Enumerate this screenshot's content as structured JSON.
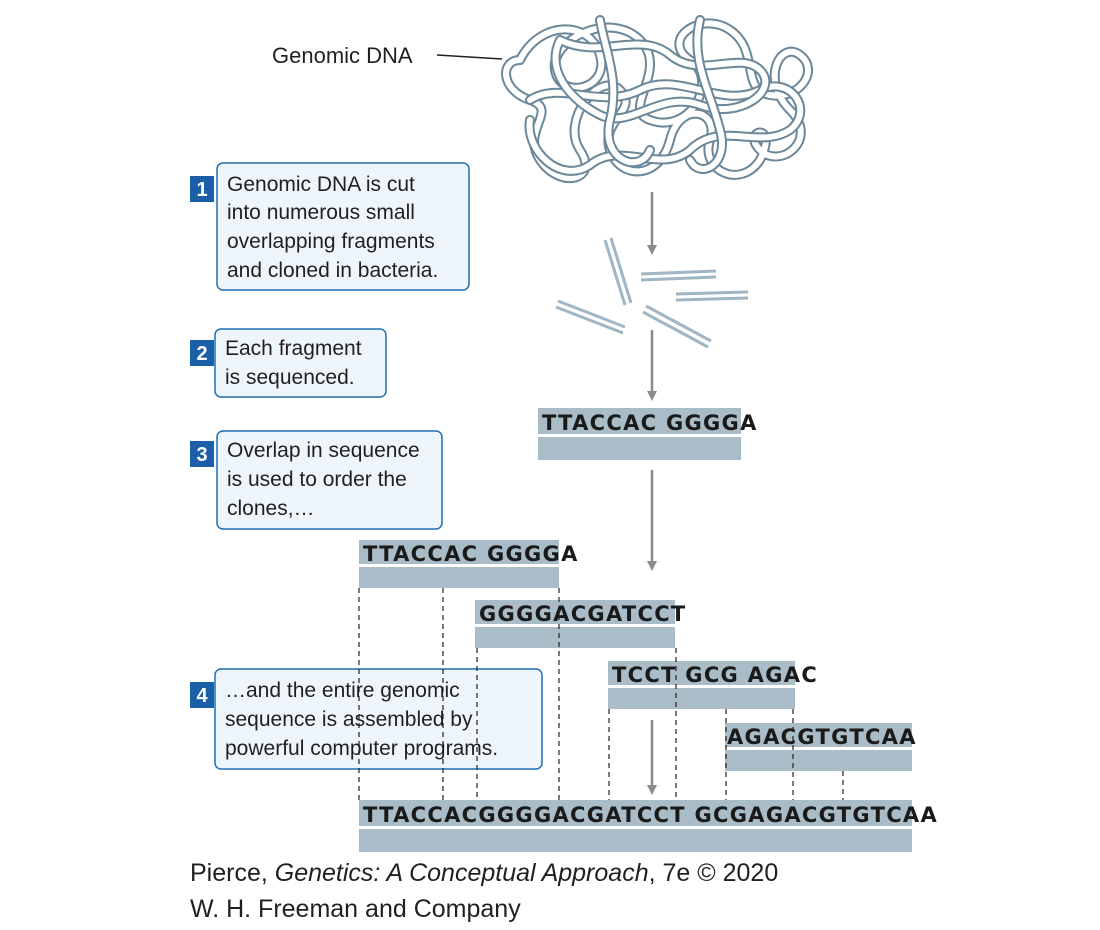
{
  "genomic_label": "Genomic DNA",
  "steps": [
    {
      "number": "1",
      "lines": [
        "Genomic DNA is cut",
        "into numerous small",
        "overlapping fragments",
        "and cloned in bacteria."
      ]
    },
    {
      "number": "2",
      "lines": [
        "Each fragment",
        "is sequenced."
      ]
    },
    {
      "number": "3",
      "lines": [
        "Overlap in sequence",
        "is used to order the",
        "clones,…"
      ]
    },
    {
      "number": "4",
      "lines": [
        "…and the entire genomic",
        "sequence is assembled by",
        "powerful computer programs."
      ]
    }
  ],
  "sequences": {
    "single": "TTACCAC GGGGA",
    "clone1": "TTACCAC GGGGA",
    "clone2": "GGGGACGATCCT",
    "clone3": "TCCT GCG AGAC",
    "clone4": "AGACGTGTCAA",
    "assembled": "TTACCACGGGGACGATCCT GCGAGACGTGTCAA"
  },
  "caption": {
    "prefix": "Pierce, ",
    "book_title": "Genetics: A Conceptual Approach",
    "suffix": ", 7e © 2020",
    "publisher": "W. H. Freeman and Company"
  },
  "colors": {
    "step_box_border": "#1f6fb2",
    "step_box_fill": "#eef6fc",
    "number_badge": "#1a5fa8",
    "sequence_bar": "#a9bcc8",
    "dna_strand": "#9fb6c4",
    "arrow": "#8c8c8c"
  }
}
